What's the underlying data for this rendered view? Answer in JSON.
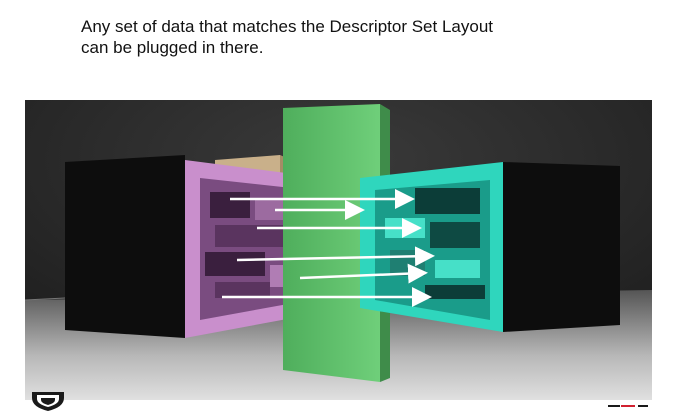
{
  "caption": {
    "line1": "Any set of data that matches the Descriptor Set Layout",
    "line2": "can be plugged in there."
  },
  "illustration": {
    "left_block_color": "#c98fcc",
    "right_block_color": "#2fd6bd",
    "center_slab_color": "#5dbb6a",
    "background_color": "#2c2c2c",
    "arrow_count": 6
  },
  "footer": {
    "logo_icon": "university-shield-icon",
    "accent_colors": [
      "#1a1a1a",
      "#d12030",
      "#1a1a1a"
    ]
  }
}
